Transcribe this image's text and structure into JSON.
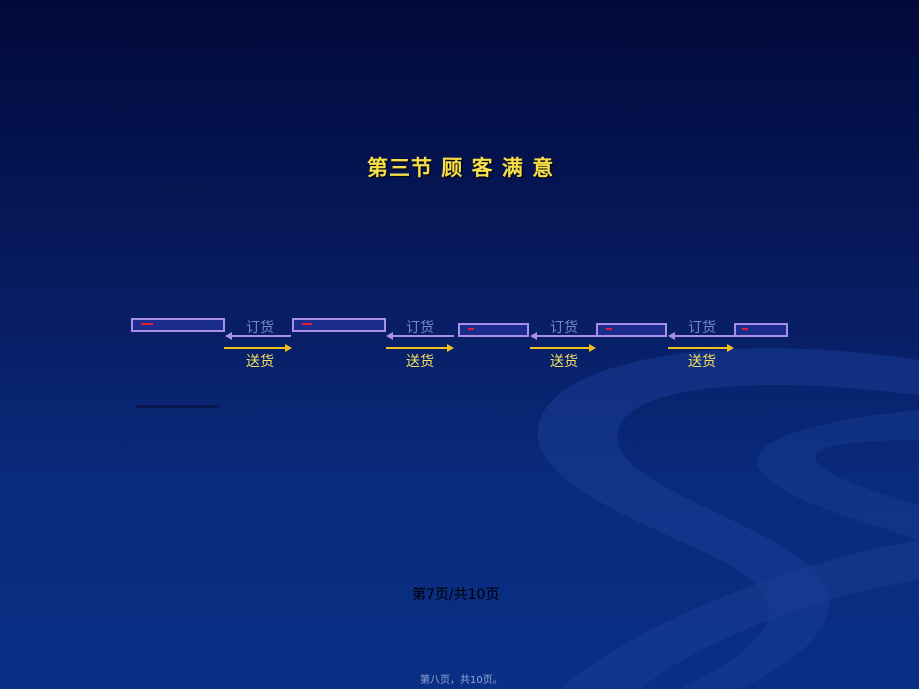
{
  "slide": {
    "title": "第三节  顾 客 满 意",
    "chain": {
      "order_label": "订货",
      "deliver_label": "送货",
      "steps": [
        {
          "order_label": "订货",
          "deliver_label": "送货"
        },
        {
          "order_label": "订货",
          "deliver_label": "送货"
        },
        {
          "order_label": "订货",
          "deliver_label": "送货"
        },
        {
          "order_label": "订货",
          "deliver_label": "送货"
        }
      ]
    },
    "page_indicator": "第7页/共10页",
    "footer": "第八页，共10页。"
  },
  "colors": {
    "background": "#06185a",
    "title": "#f6df4a",
    "box_border": "#a890e8",
    "order_arrow": "#a890e8",
    "deliver_arrow": "#f0c020",
    "deliver_text": "#f8e060",
    "mark": "#e0203a"
  }
}
